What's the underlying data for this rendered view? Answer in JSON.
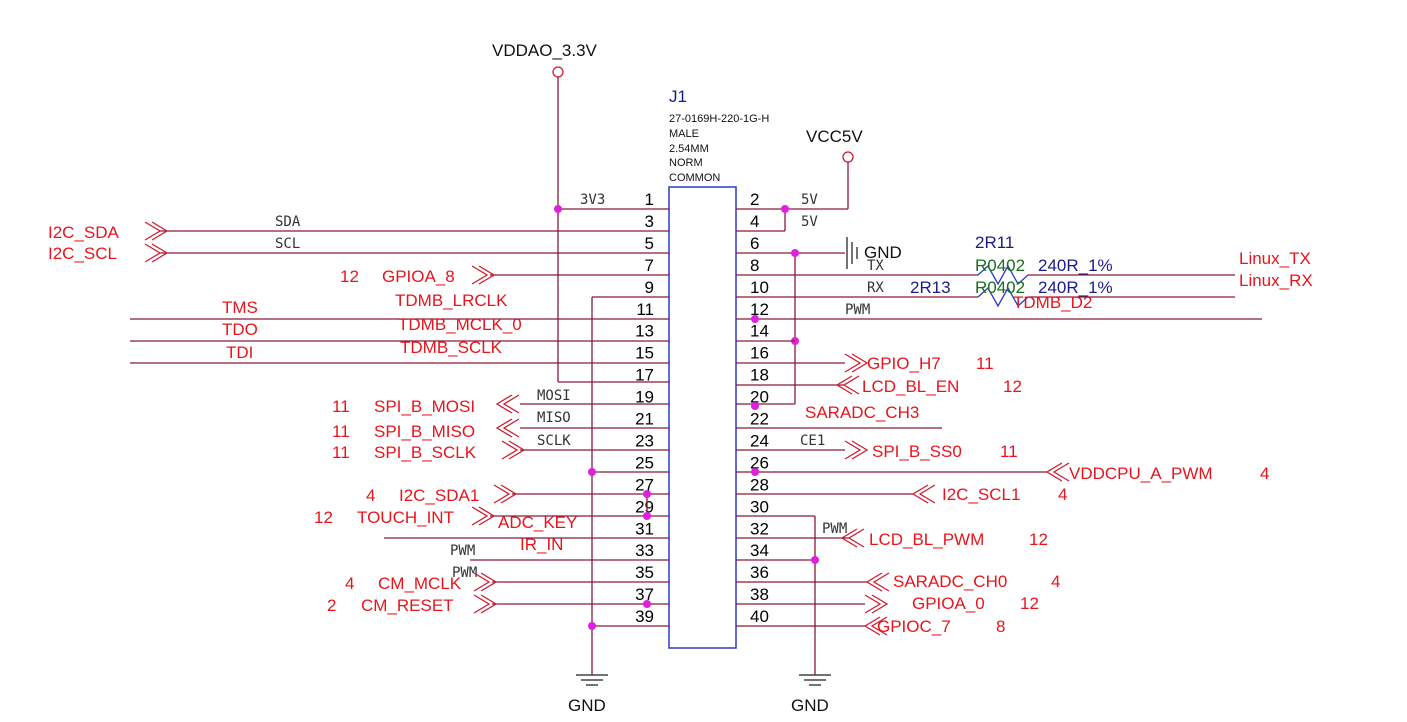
{
  "connector": {
    "ref": "J1",
    "part": "27-0169H-220-1G-H",
    "gender": "MALE",
    "pitch": "2.54MM",
    "type": "NORM",
    "common": "COMMON",
    "color": "#2a3acc"
  },
  "power": {
    "vddao": "VDDAO_3.3V",
    "vcc5v": "VCC5V",
    "gnd_right": "GND",
    "gnd_bottom_left": "GND",
    "gnd_bottom_right": "GND"
  },
  "pins_left": [
    "1",
    "3",
    "5",
    "7",
    "9",
    "11",
    "13",
    "15",
    "17",
    "19",
    "21",
    "23",
    "25",
    "27",
    "29",
    "31",
    "33",
    "35",
    "37",
    "39"
  ],
  "pins_right": [
    "2",
    "4",
    "6",
    "8",
    "10",
    "12",
    "14",
    "16",
    "18",
    "20",
    "22",
    "24",
    "26",
    "28",
    "30",
    "32",
    "34",
    "36",
    "38",
    "40"
  ],
  "wire_labels": {
    "v3v3": "3V3",
    "sda": "SDA",
    "scl": "SCL",
    "mosi": "MOSI",
    "miso": "MISO",
    "sclk": "SCLK",
    "pwm33": "PWM",
    "pwm35": "PWM",
    "v5v_2": "5V",
    "v5v_4": "5V",
    "tx": "TX",
    "rx": "RX",
    "pwm12": "PWM",
    "ce1": "CE1",
    "pwm32": "PWM"
  },
  "nets_left": {
    "i2c_sda": "I2C_SDA",
    "i2c_scl": "I2C_SCL",
    "gpioa8_page": "12",
    "gpioa8": "GPIOA_8",
    "tms": "TMS",
    "tdo": "TDO",
    "tdi": "TDI",
    "tdmb_lrclk": "TDMB_LRCLK",
    "tdmb_mclk0": "TDMB_MCLK_0",
    "tdmb_sclk": "TDMB_SCLK",
    "spi_mosi_page": "11",
    "spi_mosi": "SPI_B_MOSI",
    "spi_miso_page": "11",
    "spi_miso": "SPI_B_MISO",
    "spi_sclk_page": "11",
    "spi_sclk": "SPI_B_SCLK",
    "i2c_sda1_page": "4",
    "i2c_sda1": "I2C_SDA1",
    "touch_int_page": "12",
    "touch_int": "TOUCH_INT",
    "adc_key": "ADC_KEY",
    "ir_in": "IR_IN",
    "cm_mclk_page": "4",
    "cm_mclk": "CM_MCLK",
    "cm_reset_page": "2",
    "cm_reset": "CM_RESET"
  },
  "nets_right": {
    "linux_tx": "Linux_TX",
    "linux_rx": "Linux_RX",
    "r11_ref": "2R11",
    "r11_pkg": "R0402",
    "r11_val": "240R_1%",
    "r13_ref": "2R13",
    "r13_pkg": "R0402",
    "r13_val": "240R_1%",
    "tdmb_d2": "TDMB_D2",
    "gpio_h7": "GPIO_H7",
    "gpio_h7_page": "11",
    "lcd_bl_en": "LCD_BL_EN",
    "lcd_bl_en_page": "12",
    "saradc_ch3": "SARADC_CH3",
    "spi_ss0": "SPI_B_SS0",
    "spi_ss0_page": "11",
    "vddcpu": "VDDCPU_A_PWM",
    "vddcpu_page": "4",
    "i2c_scl1": "I2C_SCL1",
    "i2c_scl1_page": "4",
    "lcd_bl_pwm": "LCD_BL_PWM",
    "lcd_bl_pwm_page": "12",
    "saradc_ch0": "SARADC_CH0",
    "saradc_ch0_page": "4",
    "gpioa0": "GPIOA_0",
    "gpioa0_page": "12",
    "gpioc7": "GPIOC_7",
    "gpioc7_page": "8"
  }
}
